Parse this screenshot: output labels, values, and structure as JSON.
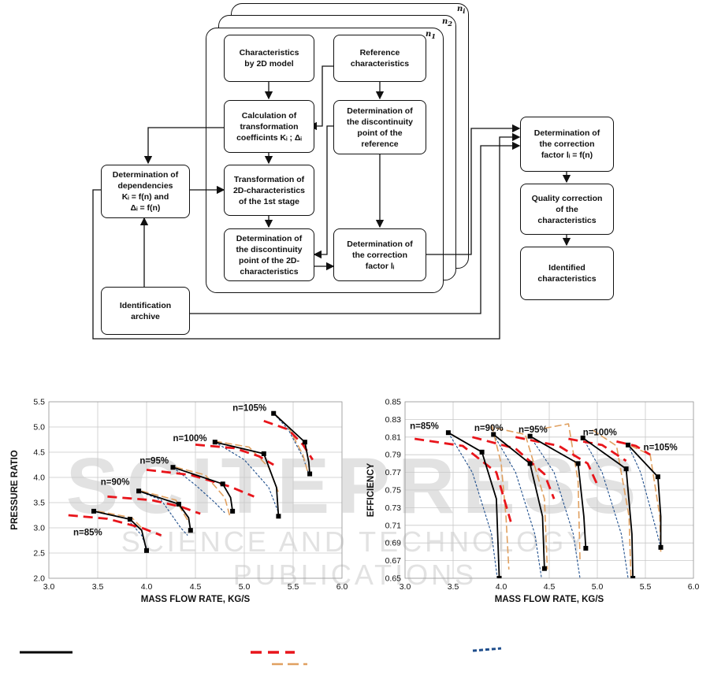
{
  "flowchart": {
    "stack_labels": [
      "n",
      "n",
      "n"
    ],
    "stack_subs": [
      "i",
      "2",
      "1"
    ],
    "boxes": {
      "char_2d": "Characteristics\nby 2D model",
      "reference": "Reference\ncharacteristics",
      "calc_coeff": "Calculation of\ntransformation\ncoefficints Kᵢ ; Δᵢ",
      "disc_ref": "Determination of\nthe discontinuity\npoint of the\nreference",
      "dependencies": "Determination of\ndependencies\nKᵢ = f(n) and\nΔᵢ = f(n)",
      "transform": "Transformation of\n2D-characteristics\nof the 1st stage",
      "disc_2d": "Determination of\nthe discontinuity\npoint of the 2D-\ncharacteristics",
      "corr_factor": "Determination of\nthe correction\nfactor lᵢ",
      "corr_factor_f": "Determination of\nthe correction\nfactor lᵢ = f(n)",
      "quality": "Quality correction\nof the\ncharacteristics",
      "identified": "Identified\ncharacteristics",
      "archive": "Identification\narchive"
    }
  },
  "watermark": {
    "main": "SCITEPRESS",
    "sub": "SCIENCE AND TECHNOLOGY PUBLICATIONS"
  },
  "colors": {
    "identified": "#000000",
    "model": "#e8151b",
    "reference": "#e0a060",
    "dotted": "#1f4e8c"
  },
  "chart_data": [
    {
      "type": "line",
      "xlabel": "MASS FLOW RATE, KG/S",
      "ylabel": "PRESSURE RATIO",
      "xlim": [
        3.0,
        6.0
      ],
      "ylim": [
        2.0,
        5.5
      ],
      "xticks": [
        "3.0",
        "3.5",
        "4.0",
        "4.5",
        "5.0",
        "5.5",
        "6.0"
      ],
      "yticks": [
        "2.0",
        "2.5",
        "3.0",
        "3.5",
        "4.0",
        "4.5",
        "5.0",
        "5.5"
      ],
      "grid": true,
      "annotations": [
        "n=85%",
        "n=90%",
        "n=95%",
        "n=100%",
        "n=105%"
      ],
      "series": [
        {
          "color": "black",
          "points": [
            [
              3.46,
              3.33
            ],
            [
              3.83,
              3.17
            ],
            [
              3.95,
              2.95
            ],
            [
              4.0,
              2.55
            ]
          ]
        },
        {
          "color": "black",
          "points": [
            [
              3.92,
              3.73
            ],
            [
              4.33,
              3.47
            ],
            [
              4.43,
              3.2
            ],
            [
              4.45,
              2.95
            ]
          ]
        },
        {
          "color": "black",
          "points": [
            [
              4.27,
              4.2
            ],
            [
              4.78,
              3.87
            ],
            [
              4.86,
              3.6
            ],
            [
              4.88,
              3.33
            ]
          ]
        },
        {
          "color": "black",
          "points": [
            [
              4.7,
              4.7
            ],
            [
              5.2,
              4.47
            ],
            [
              5.33,
              3.8
            ],
            [
              5.35,
              3.23
            ]
          ]
        },
        {
          "color": "black",
          "points": [
            [
              5.3,
              5.27
            ],
            [
              5.62,
              4.7
            ],
            [
              5.66,
              4.3
            ],
            [
              5.67,
              4.07
            ]
          ]
        },
        {
          "color": "red",
          "points": [
            [
              3.2,
              3.25
            ],
            [
              3.6,
              3.18
            ],
            [
              3.95,
              3.0
            ],
            [
              4.15,
              2.85
            ]
          ]
        },
        {
          "color": "red",
          "points": [
            [
              3.6,
              3.62
            ],
            [
              4.05,
              3.55
            ],
            [
              4.35,
              3.42
            ],
            [
              4.55,
              3.28
            ]
          ]
        },
        {
          "color": "red",
          "points": [
            [
              4.0,
              4.15
            ],
            [
              4.45,
              4.05
            ],
            [
              4.85,
              3.82
            ],
            [
              5.1,
              3.62
            ]
          ]
        },
        {
          "color": "red",
          "points": [
            [
              4.5,
              4.65
            ],
            [
              4.9,
              4.58
            ],
            [
              5.15,
              4.42
            ],
            [
              5.3,
              4.25
            ]
          ]
        },
        {
          "color": "red",
          "points": [
            [
              5.2,
              5.12
            ],
            [
              5.45,
              4.95
            ],
            [
              5.6,
              4.65
            ],
            [
              5.7,
              4.35
            ]
          ]
        },
        {
          "color": "tan",
          "points": [
            [
              3.5,
              3.33
            ],
            [
              3.85,
              3.2
            ],
            [
              3.95,
              3.0
            ]
          ]
        },
        {
          "color": "tan",
          "points": [
            [
              3.95,
              3.73
            ],
            [
              4.3,
              3.55
            ],
            [
              4.42,
              3.15
            ]
          ]
        },
        {
          "color": "tan",
          "points": [
            [
              4.3,
              4.2
            ],
            [
              4.6,
              4.05
            ],
            [
              4.8,
              3.6
            ],
            [
              4.85,
              3.25
            ]
          ]
        },
        {
          "color": "tan",
          "points": [
            [
              4.7,
              4.72
            ],
            [
              5.05,
              4.6
            ],
            [
              5.25,
              4.2
            ],
            [
              5.35,
              3.7
            ]
          ]
        },
        {
          "color": "tan",
          "points": [
            [
              5.3,
              5.28
            ],
            [
              5.45,
              5.0
            ],
            [
              5.6,
              4.45
            ],
            [
              5.65,
              4.1
            ]
          ]
        },
        {
          "color": "blue",
          "points": [
            [
              3.46,
              3.33
            ],
            [
              3.8,
              3.18
            ],
            [
              3.95,
              2.85
            ],
            [
              4.0,
              2.6
            ]
          ]
        },
        {
          "color": "blue",
          "points": [
            [
              3.92,
              3.73
            ],
            [
              4.15,
              3.55
            ],
            [
              4.35,
              3.0
            ],
            [
              4.42,
              2.85
            ]
          ]
        },
        {
          "color": "blue",
          "points": [
            [
              4.27,
              4.2
            ],
            [
              4.5,
              3.85
            ],
            [
              4.7,
              3.5
            ],
            [
              4.8,
              3.3
            ]
          ]
        },
        {
          "color": "blue",
          "points": [
            [
              4.7,
              4.7
            ],
            [
              5.0,
              4.35
            ],
            [
              5.25,
              3.8
            ],
            [
              5.35,
              3.3
            ]
          ]
        },
        {
          "color": "blue",
          "points": [
            [
              5.3,
              5.27
            ],
            [
              5.45,
              4.95
            ],
            [
              5.6,
              4.4
            ],
            [
              5.66,
              4.07
            ]
          ]
        }
      ]
    },
    {
      "type": "line",
      "xlabel": "MASS FLOW RATE, KG/S",
      "ylabel": "EFFICIENCY",
      "xlim": [
        3.0,
        6.0
      ],
      "ylim": [
        0.65,
        0.85
      ],
      "xticks": [
        "3.0",
        "3.5",
        "4.0",
        "4.5",
        "5.0",
        "5.5",
        "6.0"
      ],
      "yticks": [
        "0.65",
        "0.67",
        "0.69",
        "0.71",
        "0.73",
        "0.75",
        "0.77",
        "0.79",
        "0.81",
        "0.83",
        "0.85"
      ],
      "grid": true,
      "annotations": [
        "n=85%",
        "n=90%",
        "n=95%",
        "n=100%",
        "n=105%"
      ],
      "series": [
        {
          "color": "black",
          "points": [
            [
              3.45,
              0.815
            ],
            [
              3.8,
              0.793
            ],
            [
              3.95,
              0.74
            ],
            [
              3.98,
              0.65
            ]
          ]
        },
        {
          "color": "black",
          "points": [
            [
              3.92,
              0.813
            ],
            [
              4.3,
              0.78
            ],
            [
              4.43,
              0.72
            ],
            [
              4.45,
              0.661
            ]
          ]
        },
        {
          "color": "black",
          "points": [
            [
              4.3,
              0.811
            ],
            [
              4.8,
              0.78
            ],
            [
              4.86,
              0.72
            ],
            [
              4.88,
              0.684
            ]
          ]
        },
        {
          "color": "black",
          "points": [
            [
              4.85,
              0.809
            ],
            [
              5.3,
              0.774
            ],
            [
              5.36,
              0.7
            ],
            [
              5.37,
              0.65
            ]
          ]
        },
        {
          "color": "black",
          "points": [
            [
              5.32,
              0.801
            ],
            [
              5.63,
              0.765
            ],
            [
              5.66,
              0.72
            ],
            [
              5.66,
              0.685
            ]
          ]
        },
        {
          "color": "red",
          "points": [
            [
              3.1,
              0.808
            ],
            [
              3.6,
              0.8
            ],
            [
              3.95,
              0.77
            ],
            [
              4.1,
              0.714
            ]
          ]
        },
        {
          "color": "red",
          "points": [
            [
              3.7,
              0.81
            ],
            [
              4.15,
              0.797
            ],
            [
              4.45,
              0.768
            ],
            [
              4.55,
              0.74
            ]
          ]
        },
        {
          "color": "red",
          "points": [
            [
              4.15,
              0.81
            ],
            [
              4.6,
              0.8
            ],
            [
              4.9,
              0.78
            ],
            [
              5.0,
              0.756
            ]
          ]
        },
        {
          "color": "red",
          "points": [
            [
              4.7,
              0.808
            ],
            [
              5.05,
              0.801
            ],
            [
              5.3,
              0.783
            ]
          ]
        },
        {
          "color": "red",
          "points": [
            [
              5.2,
              0.805
            ],
            [
              5.4,
              0.8
            ],
            [
              5.55,
              0.79
            ]
          ]
        },
        {
          "color": "tan",
          "points": [
            [
              3.9,
              0.824
            ],
            [
              4.0,
              0.78
            ],
            [
              4.05,
              0.72
            ],
            [
              4.08,
              0.66
            ]
          ]
        },
        {
          "color": "tan",
          "points": [
            [
              3.95,
              0.82
            ],
            [
              4.25,
              0.813
            ],
            [
              4.45,
              0.74
            ],
            [
              4.48,
              0.66
            ]
          ]
        },
        {
          "color": "tan",
          "points": [
            [
              4.45,
              0.82
            ],
            [
              4.7,
              0.825
            ],
            [
              4.8,
              0.76
            ],
            [
              4.82,
              0.67
            ]
          ]
        },
        {
          "color": "tan",
          "points": [
            [
              4.95,
              0.818
            ],
            [
              5.2,
              0.8
            ],
            [
              5.33,
              0.72
            ],
            [
              5.35,
              0.65
            ]
          ]
        },
        {
          "color": "tan",
          "points": [
            [
              5.35,
              0.8
            ],
            [
              5.55,
              0.79
            ],
            [
              5.65,
              0.72
            ],
            [
              5.66,
              0.68
            ]
          ]
        },
        {
          "color": "blue",
          "points": [
            [
              3.45,
              0.815
            ],
            [
              3.7,
              0.77
            ],
            [
              3.9,
              0.7
            ],
            [
              3.96,
              0.65
            ]
          ]
        },
        {
          "color": "blue",
          "points": [
            [
              3.92,
              0.813
            ],
            [
              4.15,
              0.77
            ],
            [
              4.35,
              0.7
            ],
            [
              4.42,
              0.65
            ]
          ]
        },
        {
          "color": "blue",
          "points": [
            [
              4.3,
              0.811
            ],
            [
              4.55,
              0.77
            ],
            [
              4.75,
              0.7
            ],
            [
              4.82,
              0.65
            ]
          ]
        },
        {
          "color": "blue",
          "points": [
            [
              4.85,
              0.809
            ],
            [
              5.05,
              0.77
            ],
            [
              5.25,
              0.7
            ],
            [
              5.32,
              0.65
            ]
          ]
        },
        {
          "color": "blue",
          "points": [
            [
              5.32,
              0.801
            ],
            [
              5.45,
              0.77
            ],
            [
              5.6,
              0.71
            ],
            [
              5.66,
              0.685
            ]
          ]
        }
      ]
    }
  ]
}
